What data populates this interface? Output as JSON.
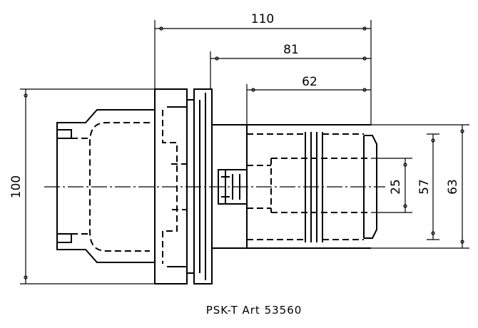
{
  "dimensions": {
    "overall_length": "110",
    "length_81": "81",
    "length_62": "62",
    "diameter_100": "100",
    "diameter_63": "63",
    "diameter_57": "57",
    "bore_25": "25"
  },
  "caption": "PSK-T Art 53560"
}
